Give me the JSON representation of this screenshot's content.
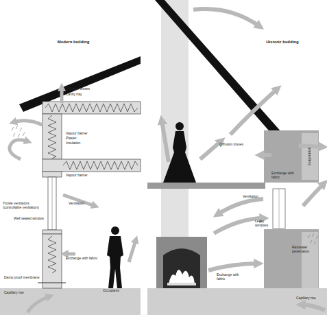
{
  "diagram": {
    "labels": [
      "Modern building",
      "Diffusion losses",
      "Cavity tray",
      "Vapour barrier",
      "Plaster",
      "Insulation",
      "Vapour barrier",
      "Trickle ventilators (controllable ventilation)",
      "Ventilation",
      "Well sealed window",
      "Exchange with fabric",
      "Damp proof membrane",
      "Capillary rise",
      "Occupants",
      "Historic building",
      "Diffusion losses",
      "Evaporation",
      "Exchange with fabric",
      "Ventilation",
      "Leaky windows",
      "Exchange with fabric",
      "Rainwater penetration",
      "Capillary rise"
    ]
  }
}
